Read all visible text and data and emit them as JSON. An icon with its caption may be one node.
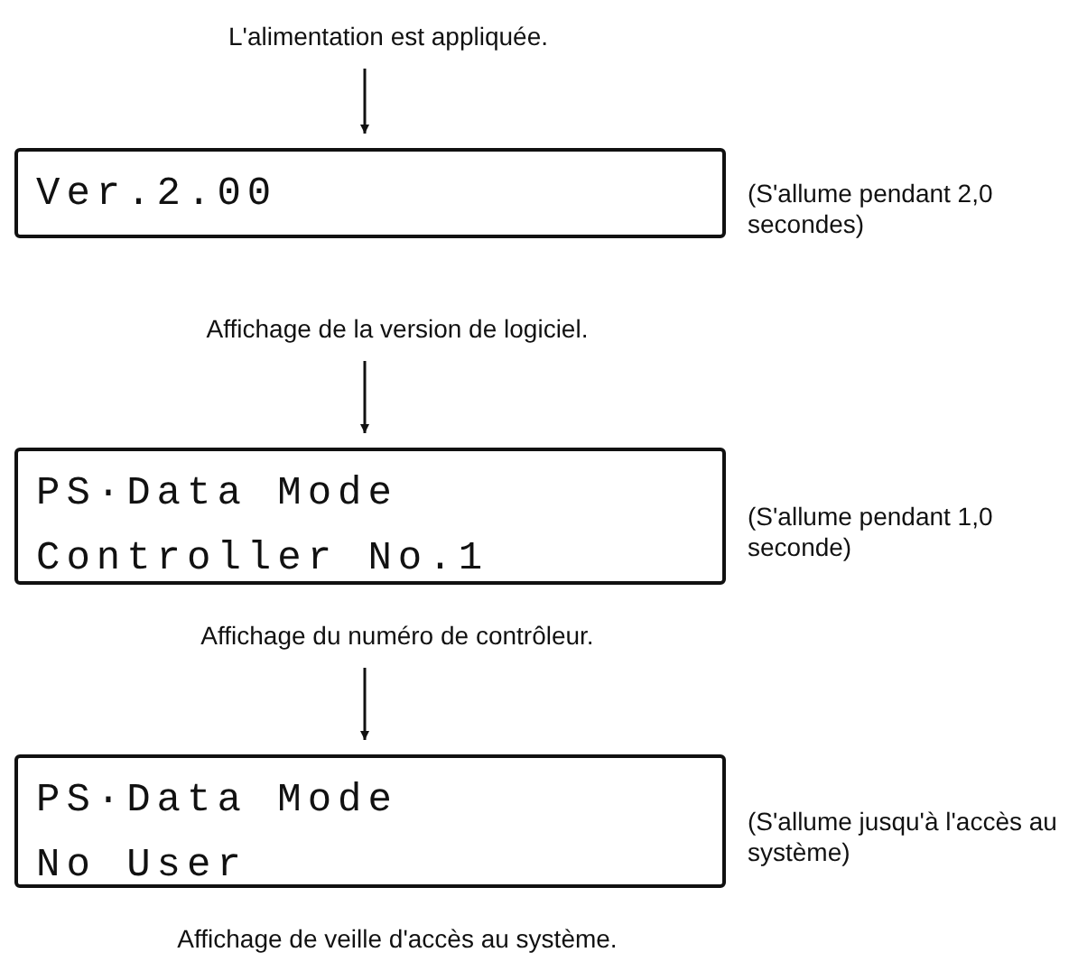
{
  "diagram": {
    "nodes": [
      {
        "text": [
          "L'alimentation est appliquée."
        ]
      },
      {
        "text": [
          "Ver.2.00"
        ],
        "beside": [
          "(S'allume pendant 2,0 secondes)"
        ]
      },
      {
        "text": [
          "Affichage de la version de logiciel."
        ]
      },
      {
        "text": [
          "PS·Data Mode",
          "Controller No.1"
        ],
        "beside": [
          "(S'allume pendant 1,0 seconde)"
        ]
      },
      {
        "text": [
          "Affichage du numéro de contrôleur."
        ]
      },
      {
        "text": [
          "PS·Data Mode",
          "No User"
        ],
        "beside": [
          "(S'allume jusqu'à l'accès au système)"
        ]
      }
    ],
    "edges": [
      {
        "from": 0,
        "to": 1,
        "arrow": "to"
      },
      {
        "from": 2,
        "to": 3,
        "arrow": "to"
      },
      {
        "from": 4,
        "to": 5,
        "arrow": "to"
      }
    ],
    "labels": [
      "Affichage de veille d'accès au système."
    ]
  }
}
